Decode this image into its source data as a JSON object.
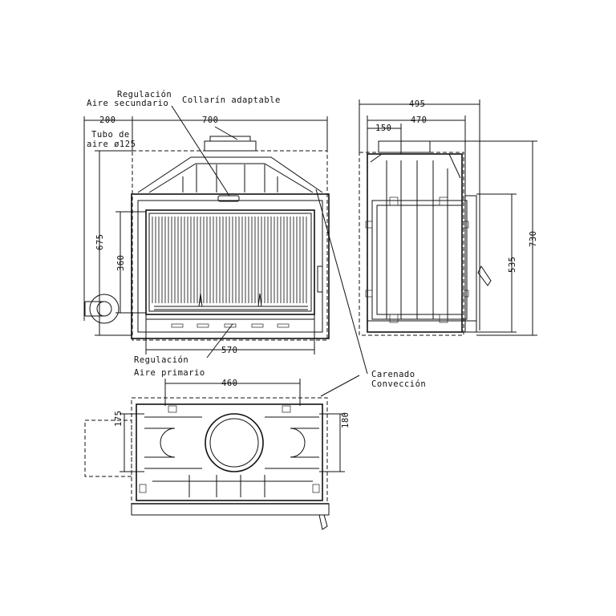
{
  "labels": {
    "regulacion_secundario_1": "Regulación",
    "regulacion_secundario_2": "Aire secundario",
    "collarin": "Collarín adaptable",
    "tubo_1": "Tubo de",
    "tubo_2": "aire ø125",
    "regulacion_primario_1": "Regulación",
    "regulacion_primario_2": "Aire primario",
    "carenado_1": "Carenado",
    "carenado_2": "Convección"
  },
  "dimensions": {
    "d200": "200",
    "d700": "700",
    "d675": "675",
    "d360": "360",
    "d570": "570",
    "d495": "495",
    "d470": "470",
    "d150": "150",
    "d730": "730",
    "d535": "535",
    "d460": "460",
    "d175": "175",
    "d180": "180"
  }
}
